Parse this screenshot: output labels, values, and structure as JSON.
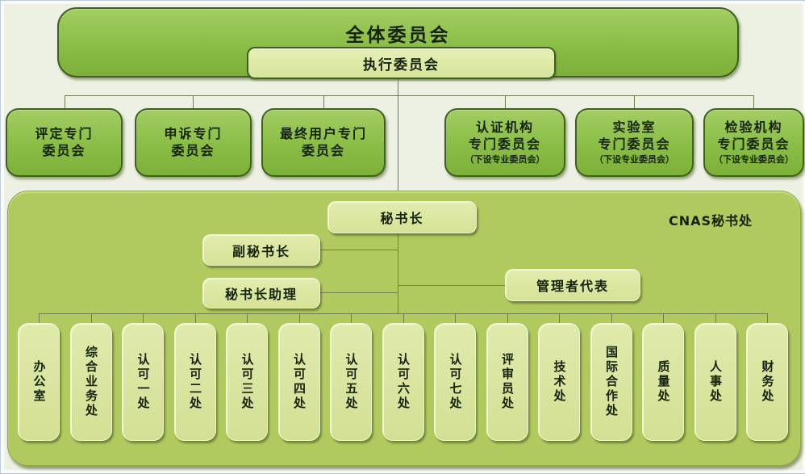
{
  "top_committee": "全体委员会",
  "exec_committee": "执行委员会",
  "committees": [
    {
      "lines": [
        "评定专门",
        "委员会"
      ],
      "note": ""
    },
    {
      "lines": [
        "申诉专门",
        "委员会"
      ],
      "note": ""
    },
    {
      "lines": [
        "最终用户专门",
        "委员会"
      ],
      "note": ""
    },
    {
      "lines": [
        "认证机构",
        "专门委员会"
      ],
      "note": "（下设专业委员会）"
    },
    {
      "lines": [
        "实验室",
        "专门委员会"
      ],
      "note": "（下设专业委员会）"
    },
    {
      "lines": [
        "检验机构",
        "专门委员会"
      ],
      "note": "（下设专业委员会）"
    }
  ],
  "secretariat": {
    "label": "CNAS秘书处",
    "secretary_general": "秘书长",
    "deputy_secretary_general": "副秘书长",
    "assistant_secretary_general": "秘书长助理",
    "management_representative": "管理者代表",
    "departments": [
      "办公室",
      "综合业务处",
      "认可一处",
      "认可二处",
      "认可三处",
      "认可四处",
      "认可五处",
      "认可六处",
      "认可七处",
      "评审员处",
      "技术处",
      "国际合作处",
      "质量处",
      "人事处",
      "财务处"
    ]
  },
  "colors": {
    "committee_green": "#8abd46",
    "panel_green": "#b0ca5f",
    "light_box": "#dae69c",
    "border_dark": "#3e611d",
    "line": "#6d7e51",
    "background": "#edf1e3"
  }
}
